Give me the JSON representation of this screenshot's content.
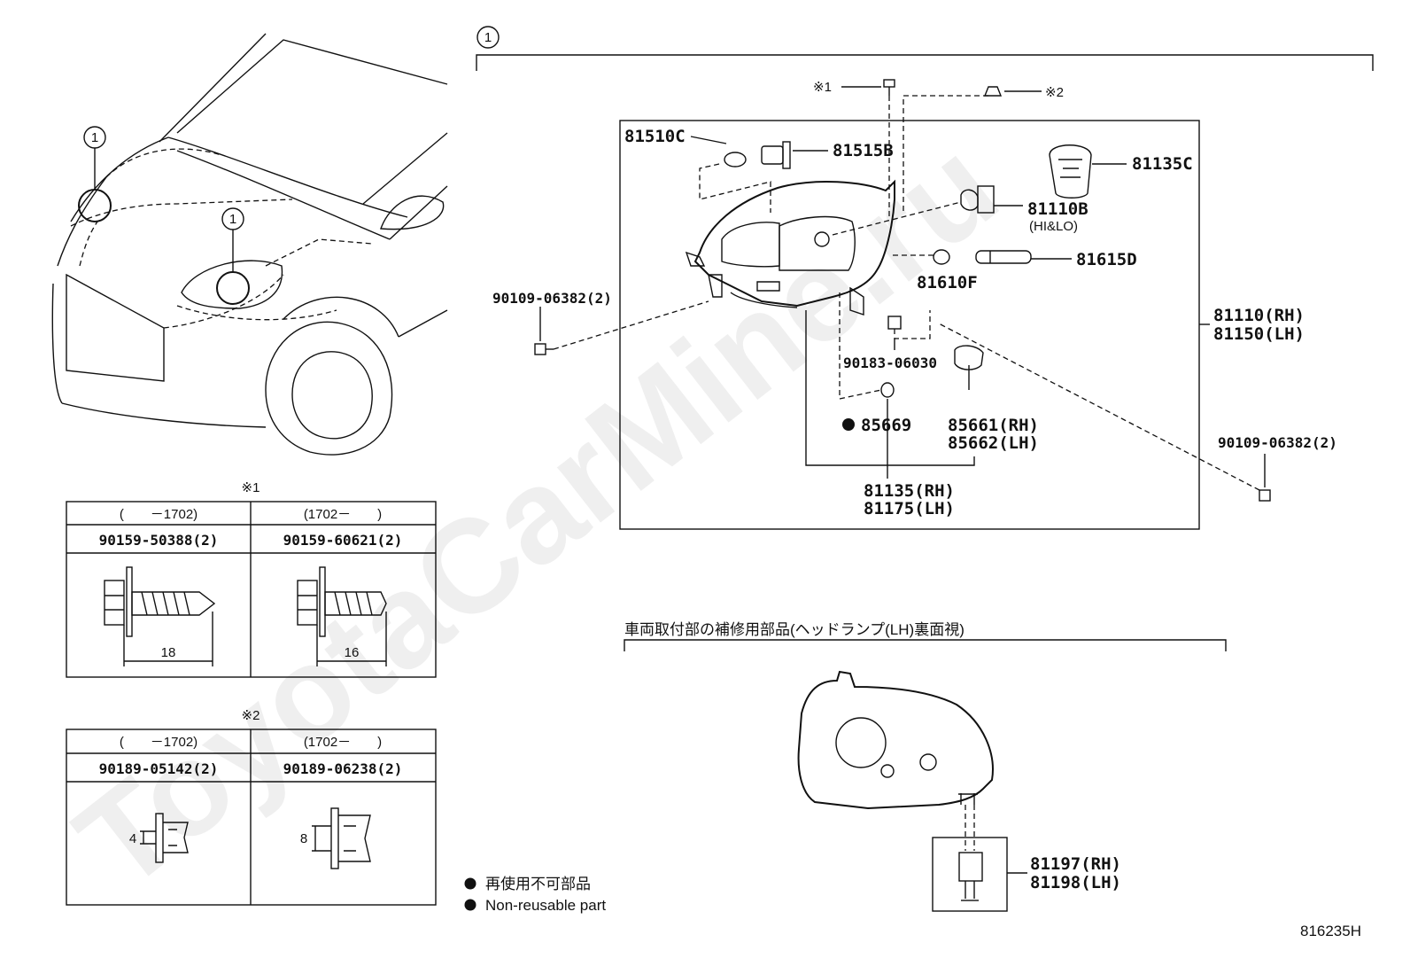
{
  "watermark": "ToyotaCarMine.ru",
  "diagram_code": "816235H",
  "callout": "1",
  "ref_mark_1": "※1",
  "ref_mark_2": "※2",
  "parts": {
    "p81510C": "81510C",
    "p81515B": "81515B",
    "p81135C": "81135C",
    "p81110B": "81110B",
    "p81110B_note": "(HI&LO)",
    "p81615D": "81615D",
    "p81610F": "81610F",
    "p90109_left": "90109-06382(2)",
    "p90109_right": "90109-06382(2)",
    "p81110_rh": "81110(RH)",
    "p81150_lh": "81150(LH)",
    "p90183": "90183-06030",
    "p85669": "85669",
    "p85661_rh": "85661(RH)",
    "p85662_lh": "85662(LH)",
    "p81135_rh": "81135(RH)",
    "p81175_lh": "81175(LH)",
    "p81197_rh": "81197(RH)",
    "p81198_lh": "81198(LH)"
  },
  "table1": {
    "title": "※1",
    "col1_range": "(　　－1702)",
    "col2_range": "(1702－　　)",
    "col1_part": "90159-50388(2)",
    "col2_part": "90159-60621(2)",
    "col1_dim": "18",
    "col2_dim": "16"
  },
  "table2": {
    "title": "※2",
    "col1_range": "(　　－1702)",
    "col2_range": "(1702－　　)",
    "col1_part": "90189-05142(2)",
    "col2_part": "90189-06238(2)",
    "col1_dim": "4",
    "col2_dim": "8"
  },
  "repair_section_title": "車両取付部の補修用部品(ヘッドランプ(LH)裏面視)",
  "legend": {
    "jp": "再使用不可部品",
    "en": "Non-reusable part"
  }
}
